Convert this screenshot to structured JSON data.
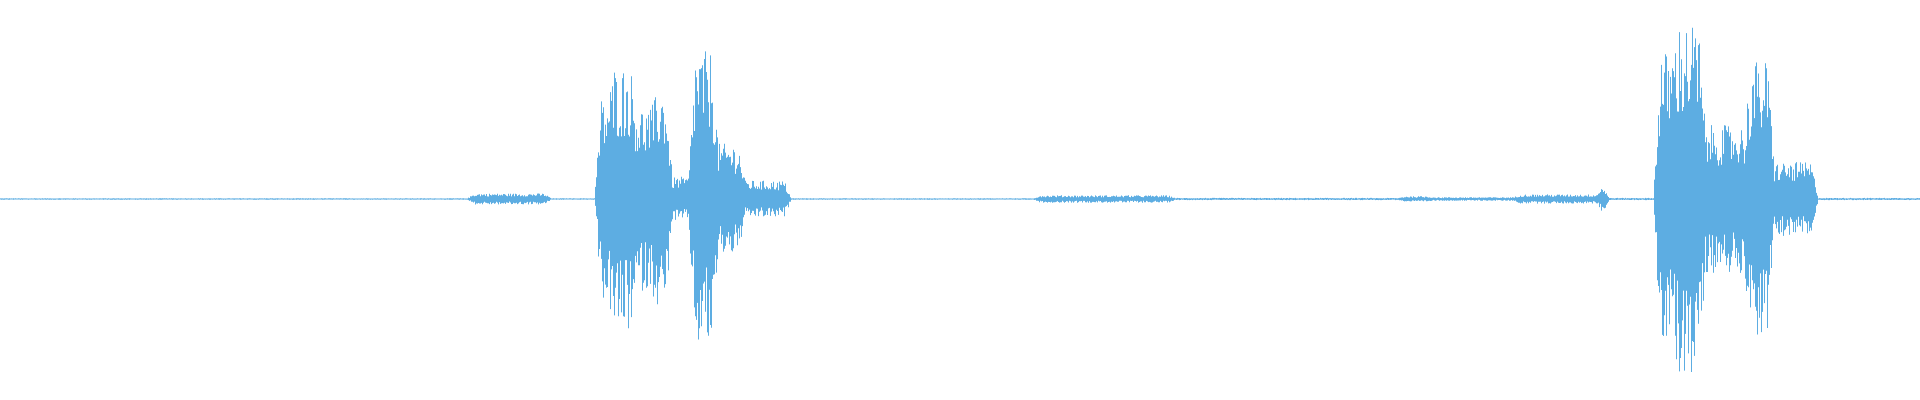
{
  "waveform": {
    "color": "#5DADE2",
    "background": "#ffffff",
    "amplitude_profile": {
      "description_note": "",
      "segments": [
        {
          "start": 0.0,
          "end": 0.245,
          "level": 0.004
        },
        {
          "start": 0.245,
          "end": 0.285,
          "level": 0.03
        },
        {
          "start": 0.285,
          "end": 0.311,
          "level": 0.004
        },
        {
          "start": 0.311,
          "end": 0.318,
          "level": 0.55
        },
        {
          "start": 0.318,
          "end": 0.33,
          "level": 0.72
        },
        {
          "start": 0.33,
          "end": 0.341,
          "level": 0.5
        },
        {
          "start": 0.341,
          "end": 0.348,
          "level": 0.6
        },
        {
          "start": 0.348,
          "end": 0.36,
          "level": 0.12
        },
        {
          "start": 0.36,
          "end": 0.372,
          "level": 0.8
        },
        {
          "start": 0.372,
          "end": 0.386,
          "level": 0.3
        },
        {
          "start": 0.386,
          "end": 0.41,
          "level": 0.1
        },
        {
          "start": 0.41,
          "end": 0.54,
          "level": 0.004
        },
        {
          "start": 0.54,
          "end": 0.61,
          "level": 0.02
        },
        {
          "start": 0.61,
          "end": 0.73,
          "level": 0.006
        },
        {
          "start": 0.73,
          "end": 0.745,
          "level": 0.015
        },
        {
          "start": 0.745,
          "end": 0.79,
          "level": 0.01
        },
        {
          "start": 0.79,
          "end": 0.833,
          "level": 0.025
        },
        {
          "start": 0.833,
          "end": 0.836,
          "level": 0.08
        },
        {
          "start": 0.836,
          "end": 0.863,
          "level": 0.006
        },
        {
          "start": 0.863,
          "end": 0.872,
          "level": 0.8
        },
        {
          "start": 0.872,
          "end": 0.886,
          "level": 0.95
        },
        {
          "start": 0.886,
          "end": 0.91,
          "level": 0.4
        },
        {
          "start": 0.91,
          "end": 0.922,
          "level": 0.75
        },
        {
          "start": 0.922,
          "end": 0.945,
          "level": 0.2
        },
        {
          "start": 0.945,
          "end": 1.0,
          "level": 0.006
        }
      ]
    }
  }
}
